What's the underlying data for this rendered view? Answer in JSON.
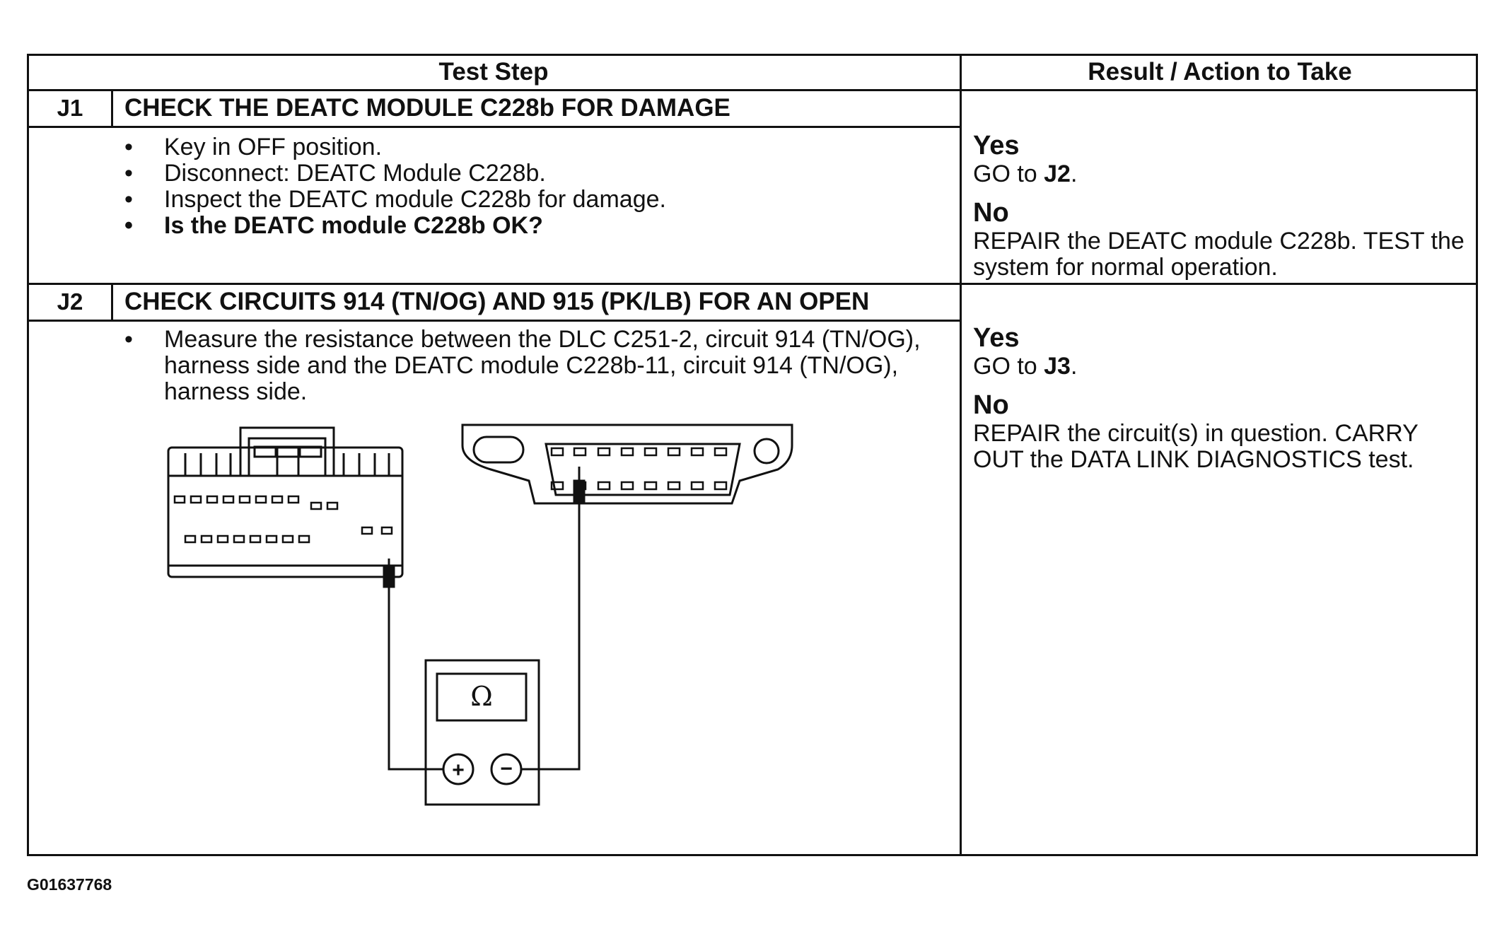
{
  "header": {
    "test_step": "Test Step",
    "result_action": "Result / Action to Take"
  },
  "steps": [
    {
      "id": "J1",
      "title": "CHECK THE DEATC MODULE C228b FOR DAMAGE",
      "bullets": [
        "Key in OFF position.",
        "Disconnect: DEATC Module C228b.",
        "Inspect the DEATC module C228b for damage.",
        "Is the DEATC module C228b OK?"
      ],
      "yes_label": "Yes",
      "yes_prefix": "GO to ",
      "yes_target": "J2",
      "yes_suffix": ".",
      "no_label": "No",
      "no_text": "REPAIR the DEATC module C228b. TEST the system for normal operation."
    },
    {
      "id": "J2",
      "title": "CHECK CIRCUITS 914 (TN/OG) AND 915 (PK/LB) FOR AN OPEN",
      "bullets": [
        "Measure the resistance between the DLC C251-2, circuit 914 (TN/OG), harness side and the DEATC module C228b-11, circuit 914 (TN/OG), harness side."
      ],
      "yes_label": "Yes",
      "yes_prefix": "GO to ",
      "yes_target": "J3",
      "yes_suffix": ".",
      "no_label": "No",
      "no_text": "REPAIR the circuit(s) in question. CARRY OUT the DATA LINK DIAGNOSTICS test."
    }
  ],
  "diagram": {
    "meter_symbol": "Ω",
    "plus": "+",
    "minus": "−"
  },
  "figure_id": "G01637768"
}
